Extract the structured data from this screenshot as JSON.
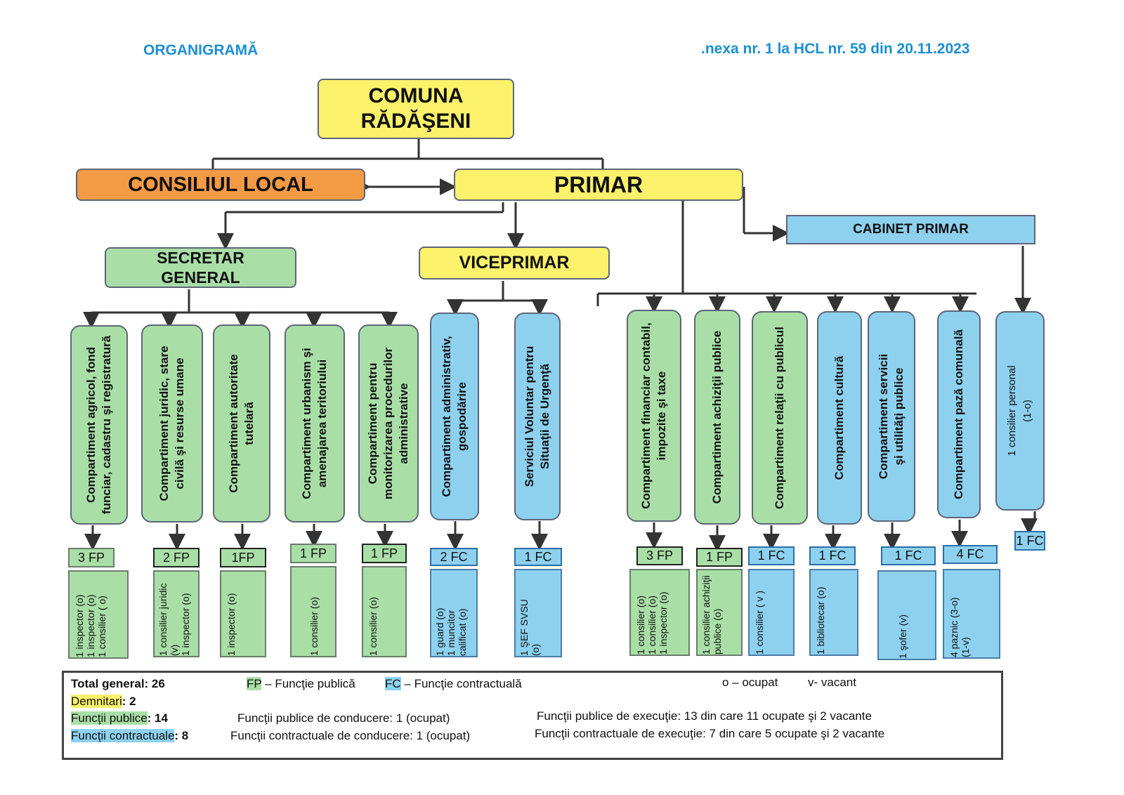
{
  "header": {
    "title": "ORGANIGRAMĂ",
    "annex": ".nexa nr. 1 la HCL nr. 59 din 20.11.2023"
  },
  "top": {
    "comuna": "COMUNA\nRĂDĂŞENI",
    "consiliu": "CONSILIUL LOCAL",
    "primar": "PRIMAR",
    "cabinet": "CABINET PRIMAR",
    "secretar": "SECRETAR\nGENERAL",
    "viceprimar": "VICEPRIMAR"
  },
  "departments": [
    {
      "name": "Compartiment agricol, fond\nfunciar, cadastru şi registratură",
      "color": "green",
      "count": "3 FP",
      "staff": "1 inspector (o)\n1 inspector (o)\n1 consilier ( o)"
    },
    {
      "name": "Compartiment  juridic, stare\ncivilă  şi resurse umane",
      "color": "green",
      "count": "2 FP",
      "staff": "1 consilier juridic\n(v)\n1 inspector (o)"
    },
    {
      "name": "Compartiment autoritate\ntutelară",
      "color": "green",
      "count": "1FP",
      "staff": "1 inspector (o)"
    },
    {
      "name": "Compartiment urbanism şi\namenajarea teritoriului",
      "color": "green",
      "count": "1 FP",
      "staff": "1 consilier (o)"
    },
    {
      "name": "Compartiment  pentru\nmonitorizarea procedurilor\nadministrative",
      "color": "green",
      "count": "1 FP",
      "staff": "1 consilier (o)"
    },
    {
      "name": "Compartiment administrativ,\ngospodărire",
      "color": "blue",
      "count": "2 FC",
      "staff": "1 guard (o)\n1 muncitor\ncalificat (o)"
    },
    {
      "name": "Serviciul Voluntar pentru\nSituaţii de Urgenţă",
      "color": "blue",
      "count": "1 FC",
      "staff": "1 ŞEF  SVSU\n(o)"
    },
    {
      "name": "Compartiment financiar  contabil,\nimpozite şi taxe",
      "color": "green",
      "count": "3 FP",
      "staff": "1 consilier (o)\n1 consilier (o)\n1 inspector (o)"
    },
    {
      "name": "Compartiment achiziţii publice",
      "color": "green",
      "count": "1 FP",
      "staff": "1 consilier achiziţii\npublice (o)"
    },
    {
      "name": "Compartiment relaţii cu publicul",
      "color": "green",
      "count": "1 FC",
      "staff": "1 consilier ( v )"
    },
    {
      "name": "Compartiment cultură",
      "color": "blue",
      "count": "1 FC",
      "staff": "1 bibliotecar (o)"
    },
    {
      "name": "Compartiment servicii\nşi utilităţi publice",
      "color": "blue",
      "count": "1 FC",
      "staff": "1 şofer  (v)"
    },
    {
      "name": "Compartiment pază comunală",
      "color": "blue",
      "count": "4 FC",
      "staff": "4 paznic (3-o)\n(1-v)"
    },
    {
      "name": "1 consilier personal\n(1-o)",
      "color": "blue",
      "count": "1 FC",
      "staff": ""
    }
  ],
  "legend": {
    "total_label": "Total general",
    "total_value": ": 26",
    "demnitari_label": "Demnitari",
    "demnitari_value": ": 2",
    "fp_label": "Funcţii publice",
    "fp_value": ": 14",
    "fc_label": "Funcţii contractuale",
    "fc_value": ": 8",
    "fp_abbr": "FP",
    "fp_def": " – Funcţie publică",
    "fc_abbr": "FC",
    "fc_def": " – Funcţie contractuală",
    "ocupat": "o – ocupat",
    "vacant": "v- vacant",
    "fp_conducere": "Funcţii publice de conducere: 1  (ocupat)",
    "fc_conducere": "Funcţii  contractuale de conducere: 1 (ocupat)",
    "fp_executie": "Funcţii publice de execuţie: 13 din care 11 ocupate şi  2 vacante",
    "fc_executie": "Funcţii contractuale de execuţie: 7 din care 5 ocupate şi 2 vacante"
  }
}
